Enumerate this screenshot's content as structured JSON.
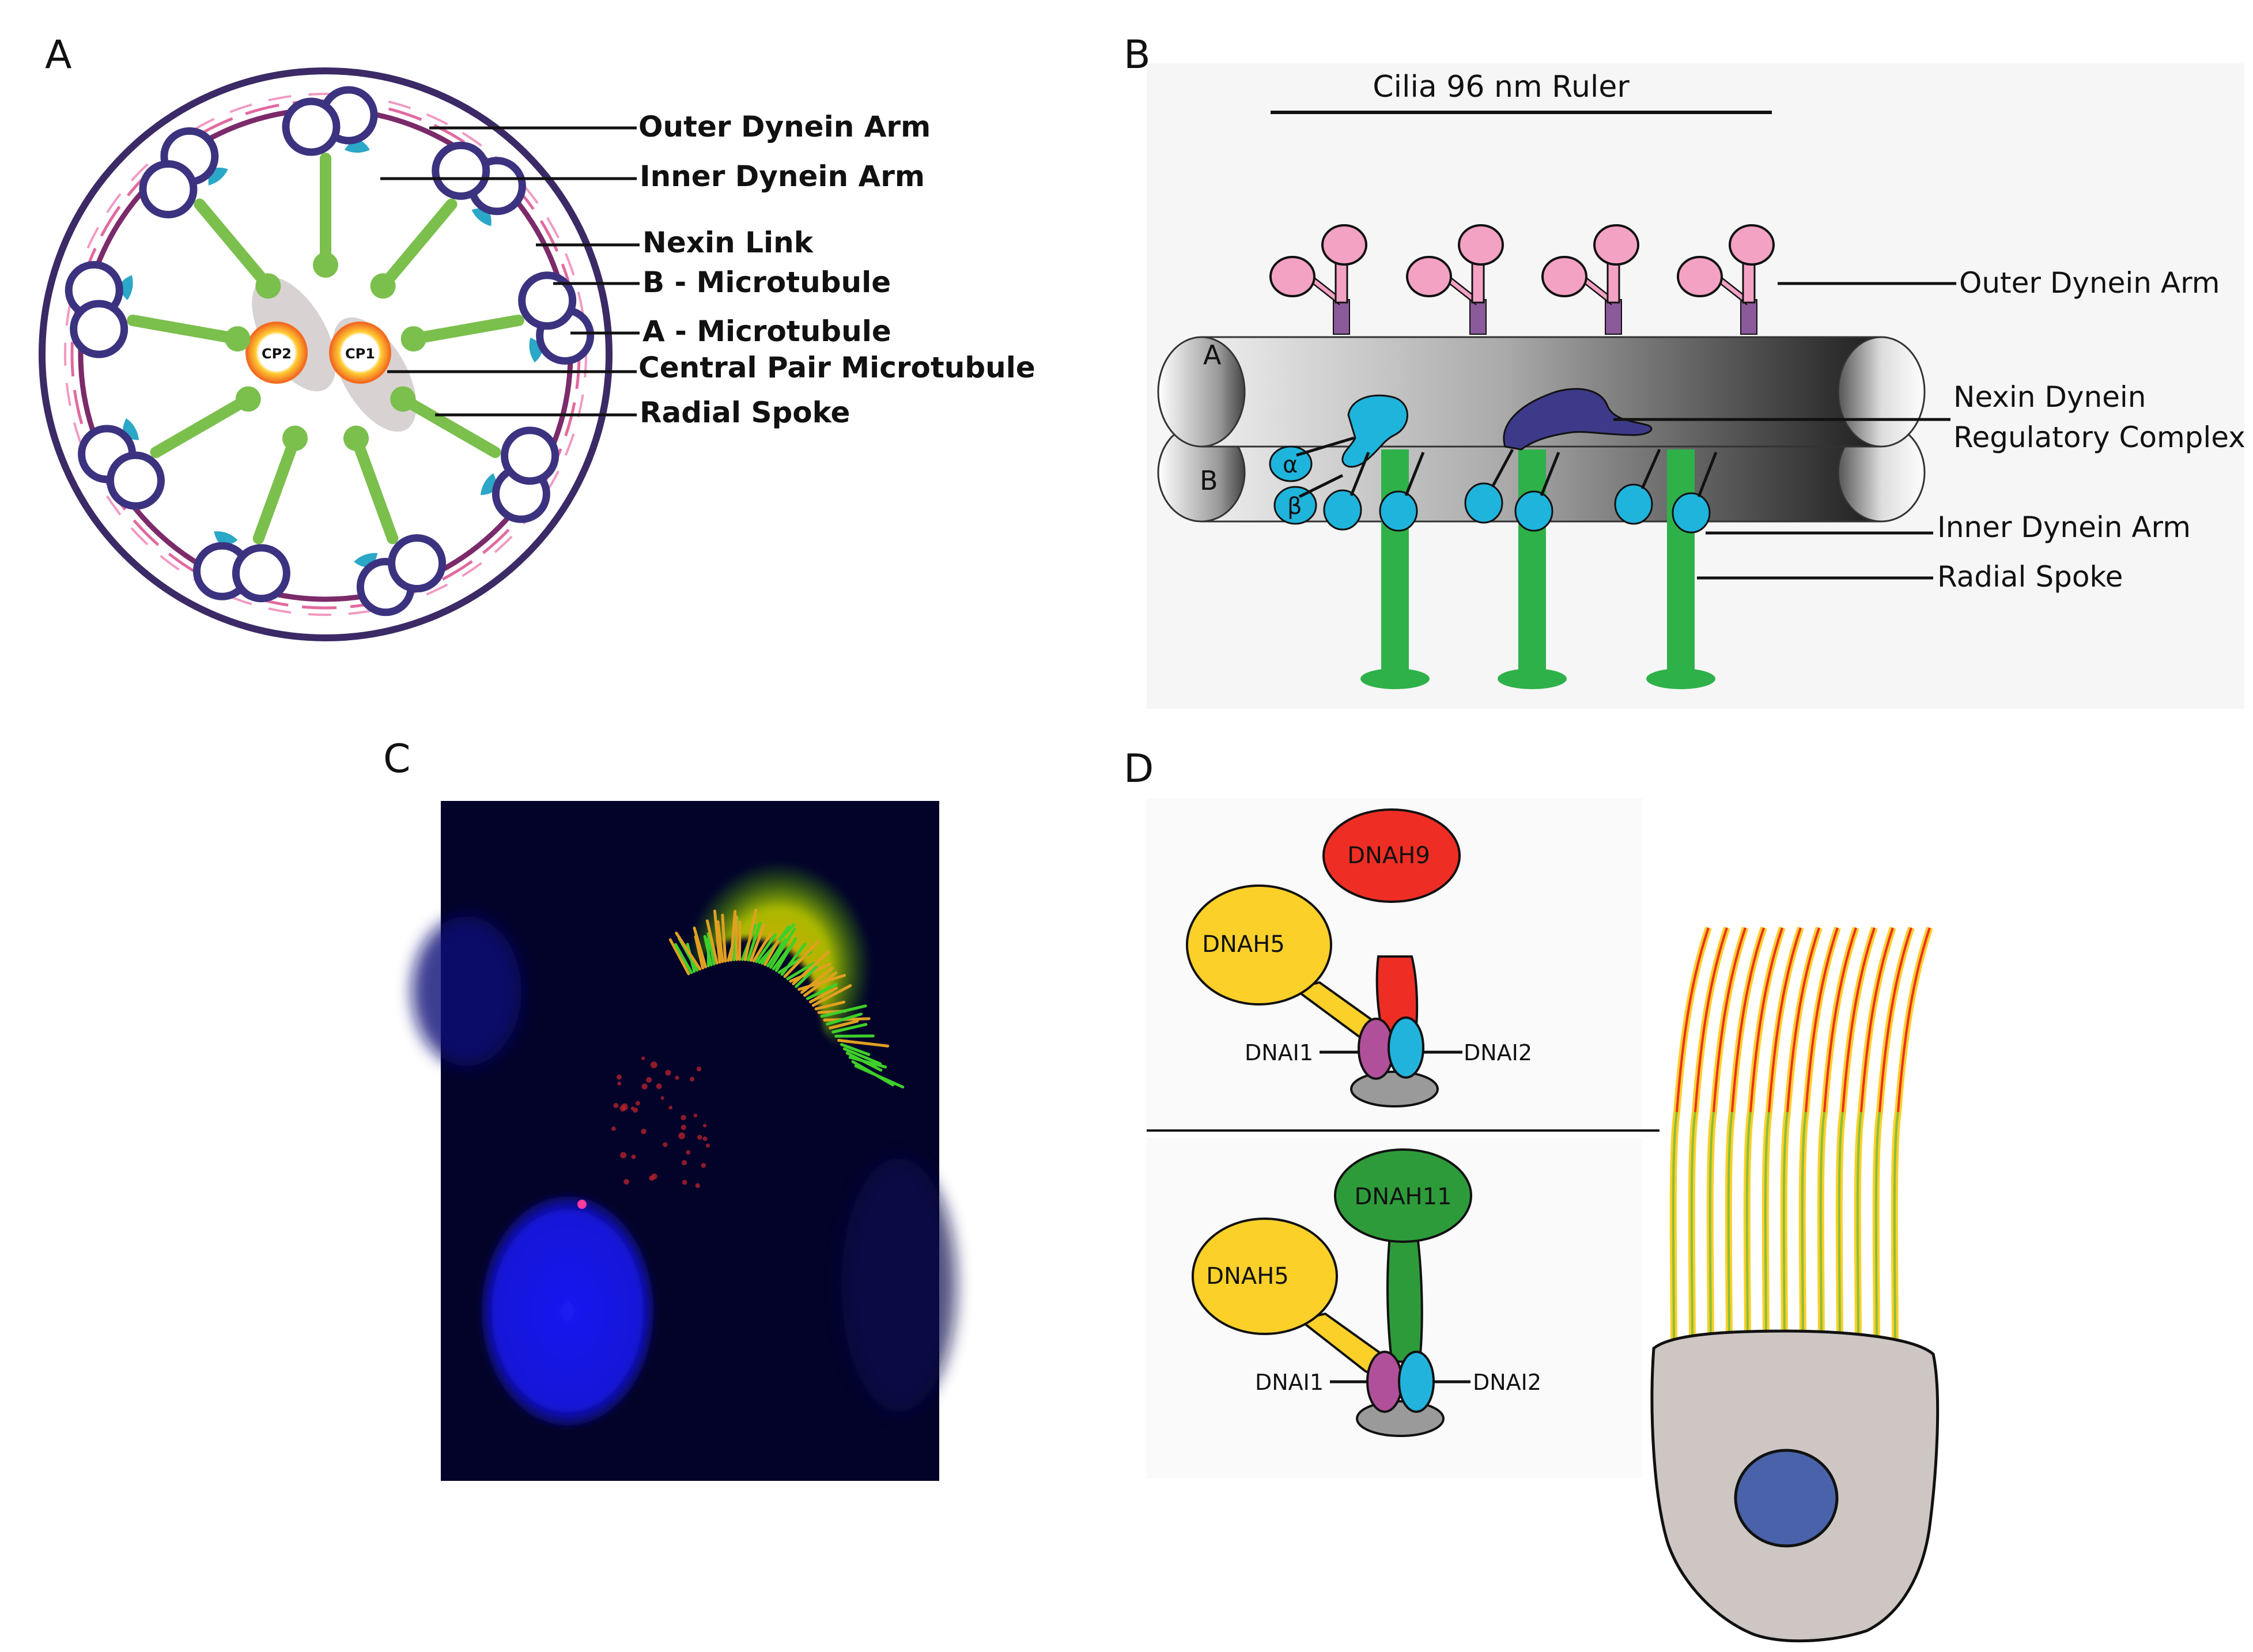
{
  "panels": {
    "a": {
      "letter": "A",
      "labels": {
        "outer_dynein_arm": "Outer Dynein Arm",
        "inner_dynein_arm": "Inner Dynein Arm",
        "nexin_link": "Nexin Link",
        "b_microtubule": "B - Microtubule",
        "a_microtubule": "A - Microtubule",
        "central_pair": "Central Pair Microtubule",
        "radial_spoke": "Radial Spoke"
      },
      "cp1": "CP1",
      "cp2": "CP2"
    },
    "b": {
      "letter": "B",
      "ruler_label": "Cilia 96 nm Ruler",
      "tubule_a": "A",
      "tubule_b": "B",
      "alpha": "α",
      "beta": "β",
      "labels": {
        "outer_dynein_arm": "Outer Dynein Arm",
        "ndrc_line1": "Nexin Dynein",
        "ndrc_line2": "Regulatory Complex",
        "inner_dynein_arm": "Inner Dynein Arm",
        "radial_spoke": "Radial Spoke"
      }
    },
    "c": {
      "letter": "C"
    },
    "d": {
      "letter": "D",
      "upper": {
        "heavy_chain": "DNAH9",
        "side_chain": "DNAH5",
        "ic1": "DNAI1",
        "ic2": "DNAI2"
      },
      "lower": {
        "heavy_chain": "DNAH11",
        "side_chain": "DNAH5",
        "ic1": "DNAI1",
        "ic2": "DNAI2"
      }
    }
  },
  "colors": {
    "doublet_outline": "#3b3380",
    "radial_spoke_a": "#7bbf4d",
    "radial_spoke_b": "#2fb14a",
    "dynein_arm_a": "#2ba7c7",
    "dynein_arm_b": "#1fb4dc",
    "outer_arm_b": "#f3a2c4",
    "nexin_link_a": "#e26aa0",
    "ndrc": "#3d3a8a",
    "dnah9": "#ee2e24",
    "dnah11": "#2e9b3a",
    "dnah5": "#fbd029",
    "dnai1": "#b0509a",
    "dnai2": "#22b3dd",
    "nucleus_c": "#1010e0",
    "cell_body": "#cdc6c3",
    "nucleus_d": "#4a62a9"
  }
}
